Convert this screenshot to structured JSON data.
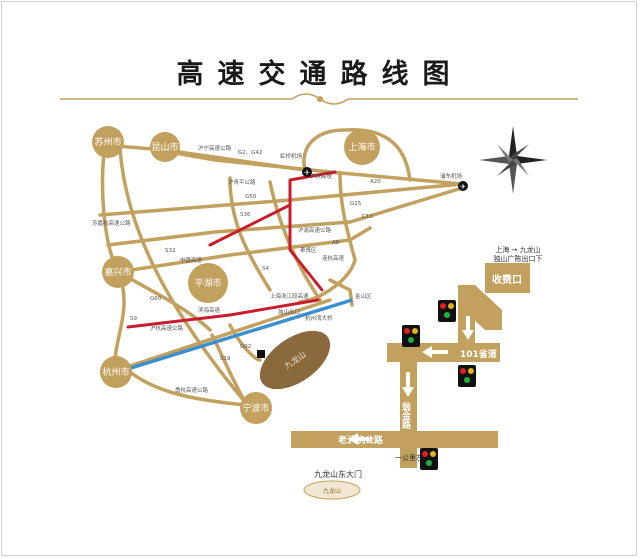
{
  "title": "高速交通路线图",
  "colors": {
    "road": "#c2a15e",
    "red_route": "#c81e2b",
    "blue_route": "#3a8fd0",
    "sign": "#c2a15e"
  },
  "cities": {
    "suzhou": "苏州市",
    "kunshan": "昆山市",
    "shanghai": "上海市",
    "jiaxing": "嘉兴市",
    "pinghu": "平湖市",
    "hangzhou": "杭州市",
    "ningbo": "宁波市"
  },
  "road_labels": {
    "huning": "沪宁高速公路",
    "g2g42": "G2、G42",
    "hongqiao": "虹桥机场",
    "huqingping": "沪青平公路",
    "g50": "G50",
    "a20": "A20",
    "huhang_top": "沪杭高速",
    "pudong_airport": "浦东机场",
    "g15": "G15",
    "s32": "S32",
    "c10": "C10",
    "shenhai": "申嘉高速",
    "s36": "S36",
    "huyu": "沪渝高速公路",
    "s4": "S4",
    "huhang_hw": "沪杭高速公路",
    "shanghai_exit": "上海浙江段高速",
    "jinshan": "金山区",
    "duxi": "独山出口",
    "hangzhouwan": "杭州湾大桥",
    "yonghang": "甬杭高速公路",
    "g60": "G60",
    "a8": "A8",
    "lianhu": "连杭高速",
    "s19": "S19",
    "g92": "G92",
    "left_vertical": "苏嘉杭高速公路",
    "s9": "S9",
    "binhai": "滨海高速",
    "fengxian": "奉贤区",
    "jiulongshan_top": "九龙山"
  },
  "detail": {
    "direction_sign": "上海 → 九龙山",
    "direction_sub": "独山广陈出口下",
    "toll_gate": "收费口",
    "provincial_road": "101省道",
    "jinjin_road": "翁金路",
    "old_road": "老沪杭公路",
    "distance_note": "一公里左右",
    "east_gate": "九龙山东大门",
    "logo_text": "九龙山"
  }
}
